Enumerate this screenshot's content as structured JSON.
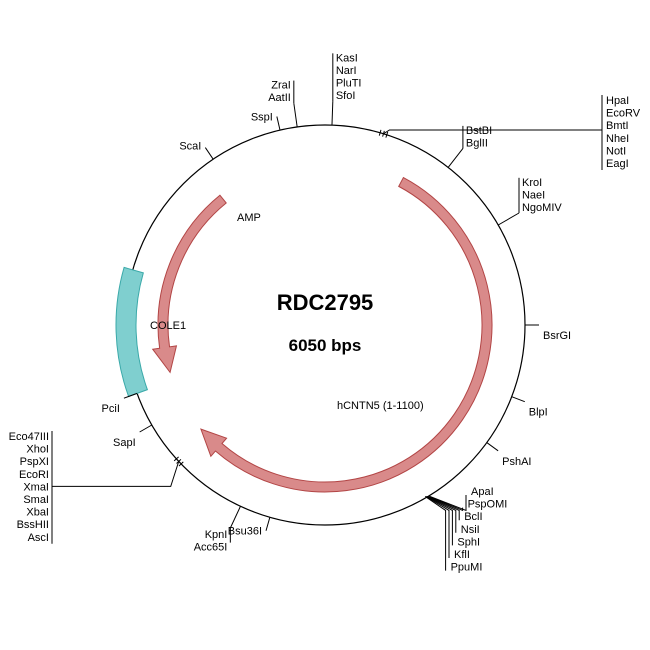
{
  "plasmid": {
    "name": "RDC2795",
    "size_label": "6050 bps",
    "size_bp": 6050
  },
  "colors": {
    "backbone": "#000000",
    "amp": "#d98a8a",
    "amp_stroke": "#b24545",
    "insert": "#d98a8a",
    "insert_stroke": "#b24545",
    "ori": "#7fcfcf",
    "ori_stroke": "#3aa9a9"
  },
  "features": [
    {
      "name": "AMP",
      "label": "AMP",
      "start_deg": 321,
      "end_deg": 253,
      "type": "arrow-ccw",
      "color": "amp"
    },
    {
      "name": "COLE1",
      "label": "COLE1",
      "start_deg": 250,
      "end_deg": 286,
      "type": "bar",
      "color": "ori"
    },
    {
      "name": "hCNTN5",
      "label": "hCNTN5 (1-1100)",
      "start_deg": 28,
      "end_deg": 230,
      "type": "arrow-cw",
      "color": "insert"
    }
  ],
  "sites": [
    {
      "id": "sspi",
      "angle_deg": 347,
      "labels": [
        "SspI"
      ]
    },
    {
      "id": "zrai",
      "angle_deg": 352,
      "labels": [
        "ZraI",
        "AatII"
      ]
    },
    {
      "id": "kasi",
      "angle_deg": 2,
      "labels": [
        "KasI",
        "NarI",
        "PluTI",
        "SfoI"
      ]
    },
    {
      "id": "hpai",
      "angle_deg": 17,
      "labels": [
        "HpaI",
        "EcoRV",
        "BmtI",
        "NheI",
        "NotI",
        "EagI"
      ]
    },
    {
      "id": "scai",
      "angle_deg": 326,
      "labels": [
        "ScaI"
      ]
    },
    {
      "id": "bstbi",
      "angle_deg": 38,
      "labels": [
        "BstBI",
        "BglII"
      ]
    },
    {
      "id": "kroi",
      "angle_deg": 60,
      "labels": [
        "KroI",
        "NaeI",
        "NgoMIV"
      ]
    },
    {
      "id": "bsrgi",
      "angle_deg": 90,
      "labels": [
        "BsrGI"
      ]
    },
    {
      "id": "blpi",
      "angle_deg": 111,
      "labels": [
        "BlpI"
      ]
    },
    {
      "id": "pshai",
      "angle_deg": 126,
      "labels": [
        "PshAI"
      ]
    },
    {
      "id": "apai",
      "angle_deg": 149,
      "labels": [
        "ApaI",
        "PspOMI",
        "BclI",
        "NsiI",
        "SphI",
        "KflI",
        "PpuMI"
      ]
    },
    {
      "id": "bsu36i",
      "angle_deg": 196,
      "labels": [
        "Bsu36I"
      ]
    },
    {
      "id": "kpni",
      "angle_deg": 205,
      "labels": [
        "KpnI",
        "Acc65I"
      ]
    },
    {
      "id": "eco47iii",
      "angle_deg": 227,
      "labels": [
        "Eco47III",
        "XhoI",
        "PspXI",
        "EcoRI",
        "XmaI",
        "SmaI",
        "XbaI",
        "BssHII",
        "AscI"
      ]
    },
    {
      "id": "sapi",
      "angle_deg": 240,
      "labels": [
        "SapI"
      ]
    },
    {
      "id": "pcii",
      "angle_deg": 250,
      "labels": [
        "PciI"
      ]
    }
  ]
}
